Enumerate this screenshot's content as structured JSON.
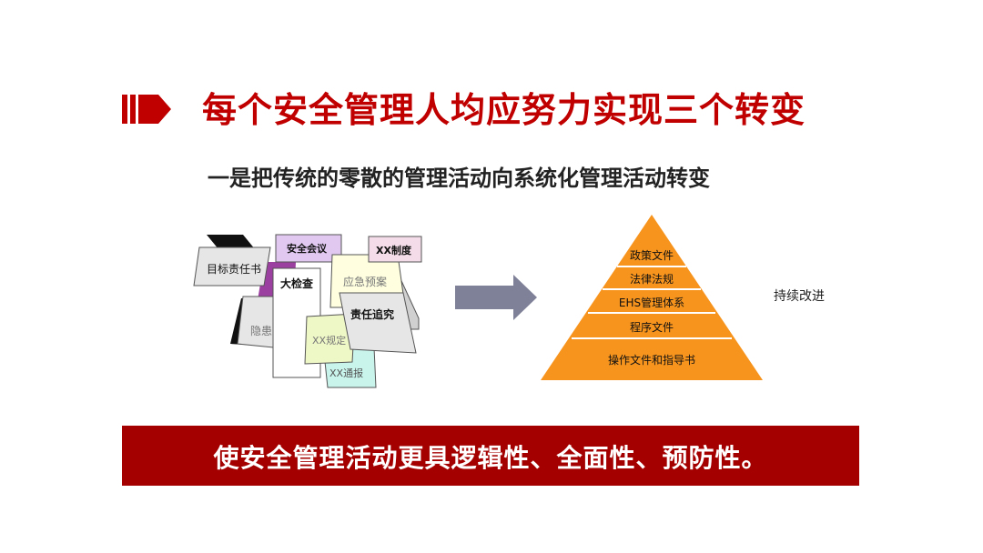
{
  "title": "每个安全管理人均应努力实现三个转变",
  "subtitle": "一是把传统的零散的管理活动向系统化管理活动转变",
  "scattered_cards": {
    "target": "目标责任书",
    "meeting": "安全会议",
    "system": "XX制度",
    "inspection": "大检查",
    "emergency": "应急预案",
    "accountability": "责任追究",
    "hazard": "隐患整改",
    "regulation": "XX规定",
    "notice": "XX通报"
  },
  "pyramid": {
    "levels": [
      "政策文件",
      "法律法规",
      "EHS管理体系",
      "程序文件",
      "操作文件和指导书"
    ],
    "color": "#f7941d"
  },
  "side_note": "持续改进",
  "banner": "使安全管理活动更具逻辑性、全面性、预防性。",
  "colors": {
    "accent": "#c00000",
    "banner": "#a40000",
    "arrow": "#7f8198"
  }
}
